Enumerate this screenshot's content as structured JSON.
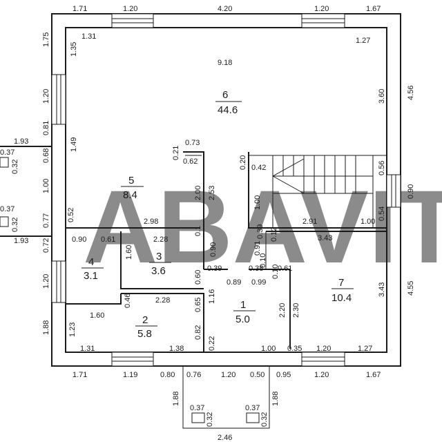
{
  "watermark": "ABAVITO",
  "top_dimensions": [
    "1.71",
    "1.20",
    "4.20",
    "1.20",
    "1.67"
  ],
  "bottom_dimensions": [
    "1.71",
    "1.19",
    "0.80",
    "0.76",
    "1.20",
    "0.50",
    "0.95",
    "1.20",
    "1.67"
  ],
  "left_dimensions": [
    "1.75",
    "1.20",
    "0.81",
    "0.68",
    "1.00",
    "0.77",
    "0.72",
    "1.20",
    "1.88"
  ],
  "right_dimensions": [
    "4.56",
    "0.90",
    "4.55"
  ],
  "porch": {
    "left": "1.88",
    "right": "1.88",
    "width": "2.46"
  },
  "outside_left": {
    "upper": "1.93",
    "lower": "1.93"
  },
  "columns": {
    "size_a": "0.37",
    "size_b": "0.32"
  },
  "rooms": [
    {
      "number": "6",
      "area": "44.6"
    },
    {
      "number": "5",
      "area": "8.4"
    },
    {
      "number": "4",
      "area": "3.1"
    },
    {
      "number": "3",
      "area": "3.6"
    },
    {
      "number": "2",
      "area": "5.8"
    },
    {
      "number": "1",
      "area": "5.0"
    },
    {
      "number": "7",
      "area": "10.4"
    }
  ],
  "interior_dimensions": {
    "r6_left_top": "1.31",
    "r6_mid_top": "9.18",
    "r6_right_top": "1.27",
    "r6_left_v1": "1.35",
    "r6_left_v2": "1.49",
    "r6_right_v": "3.60",
    "partition_top": "0.73",
    "partition_top_v": "0.21",
    "partition_inner": "0.62",
    "partition_v1": "2.00",
    "partition_v2": "2.53",
    "stair_top_v": "0.20",
    "stair_top": "0.42",
    "stair_right_v": "0.56",
    "stair_mid_v": "1.00",
    "stair_bottom": "2.91",
    "stair_right_bottom": "1.00",
    "stair_right_v2": "0.54",
    "r5_wall": "2.98",
    "r5_left_v": "0.52",
    "r4_top_a": "0.90",
    "r4_top_b": "0.61",
    "r4_bottom": "1.60",
    "r3_top": "2.28",
    "r3_left_v": "1.60",
    "r3_right_v": "0.60",
    "r3_right_top": "0.1",
    "r3_right_v2": "0.90",
    "r2_top": "2.28",
    "r2_left_v": "0.46",
    "r2_mid_v": "0.65",
    "r2_bottom_left": "1.31",
    "r2_bottom_right": "1.38",
    "r2_left_v2": "1.23",
    "hall_a": "0.39",
    "hall_b": "0.38",
    "hall_c": "0.61",
    "hall_d": "0.89",
    "hall_e": "0.99",
    "hall_v1": "0.91",
    "hall_v2": "0.10",
    "hall_v3": "0.10",
    "hall_v4": "0.39",
    "hall_v5": "0.12",
    "r1_left_v": "1.16",
    "r1_right_v": "2.20",
    "r1_right_v2": "2.30",
    "r1_bottom_v1": "0.82",
    "r1_bottom_v2": "0.22",
    "r1_bottom": "1.00",
    "r1_bottom_b": "0.35",
    "r7_top": "3.43",
    "r7_right_v": "3.43",
    "bottom_right_a": "1.20",
    "bottom_right_b": "1.27"
  }
}
